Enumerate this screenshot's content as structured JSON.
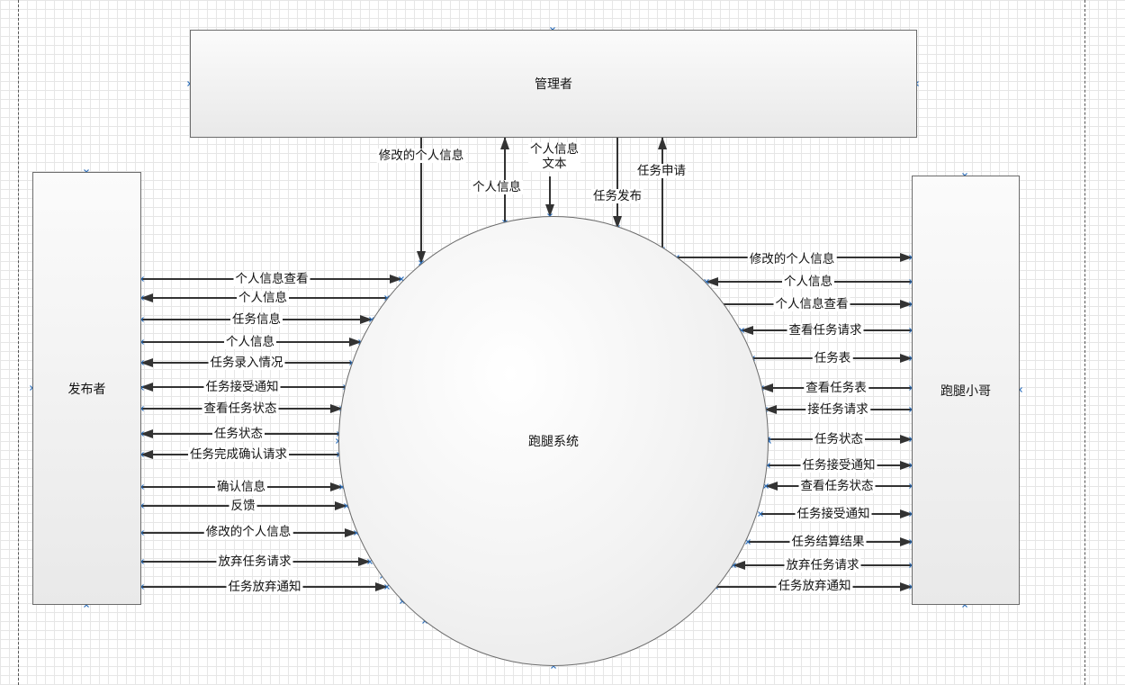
{
  "entities": {
    "admin": "管理者",
    "publisher": "发布者",
    "runner": "跑腿小哥"
  },
  "process": {
    "label": "跑腿系统"
  },
  "flows": {
    "top": {
      "modified_info": "修改的个人信息",
      "personal_info": "个人信息",
      "personal_info_text_line1": "个人信息",
      "personal_info_text_line2": "文本",
      "task_publish": "任务发布",
      "task_apply": "任务申请"
    },
    "left": {
      "view_personal_info": "个人信息查看",
      "personal_info_out": "个人信息",
      "task_info": "任务信息",
      "personal_info_in": "个人信息",
      "task_entry_status": "任务录入情况",
      "task_accept_notice": "任务接受通知",
      "view_task_status": "查看任务状态",
      "task_status": "任务状态",
      "completion_confirm_request": "任务完成确认请求",
      "confirm_info": "确认信息",
      "feedback": "反馈",
      "modified_info": "修改的个人信息",
      "abandon_request": "放弃任务请求",
      "abandon_notice": "任务放弃通知"
    },
    "right": {
      "modified_info": "修改的个人信息",
      "personal_info": "个人信息",
      "view_personal_info": "个人信息查看",
      "view_task_request": "查看任务请求",
      "task_table": "任务表",
      "view_task_table": "查看任务表",
      "accept_task_request": "接任务请求",
      "task_status": "任务状态",
      "task_accept_notice": "任务接受通知",
      "view_task_status": "查看任务状态",
      "task_accept_notice_2": "任务接受通知",
      "settlement_result": "任务结算结果",
      "abandon_request": "放弃任务请求",
      "abandon_notice": "任务放弃通知"
    }
  },
  "colors": {
    "arrow": "#333333",
    "grid": "#e6e6e6",
    "selection_handle": "#2a6ebb"
  }
}
